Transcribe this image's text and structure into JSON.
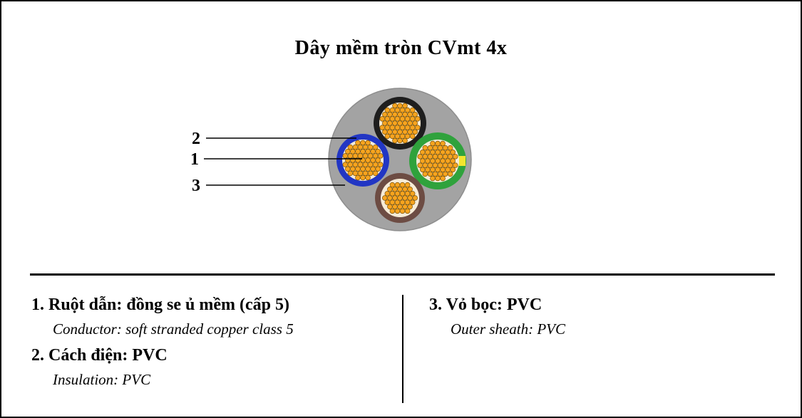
{
  "title": "Dây mềm tròn CVmt 4x",
  "diagram": {
    "callouts": [
      {
        "number": "2"
      },
      {
        "number": "1"
      },
      {
        "number": "3"
      }
    ],
    "colors": {
      "sheath": "#a3a3a3",
      "sheath_edge": "#8e8e8e",
      "bundle_bg": "#f7ecd7",
      "strand": "#f7a41f",
      "strand_outline": "#7c5409",
      "leader_line": "#000000"
    },
    "cores": [
      {
        "name": "core-top-black",
        "ring_color": "#1e1e1e"
      },
      {
        "name": "core-left-blue",
        "ring_color": "#2236c4"
      },
      {
        "name": "core-right-green",
        "ring_color": "#2fa23c",
        "stripe_color": "#f2e52e"
      },
      {
        "name": "core-bottom-brown",
        "ring_color": "#6d4c43"
      }
    ]
  },
  "legend": {
    "left": [
      {
        "vi": "1. Ruột dẫn: đồng se ủ mềm (cấp 5)",
        "en": "Conductor: soft stranded copper class 5"
      },
      {
        "vi": "2. Cách điện: PVC",
        "en": "Insulation: PVC"
      }
    ],
    "right": [
      {
        "vi": "3. Vỏ bọc: PVC",
        "en": "Outer sheath: PVC"
      }
    ]
  }
}
